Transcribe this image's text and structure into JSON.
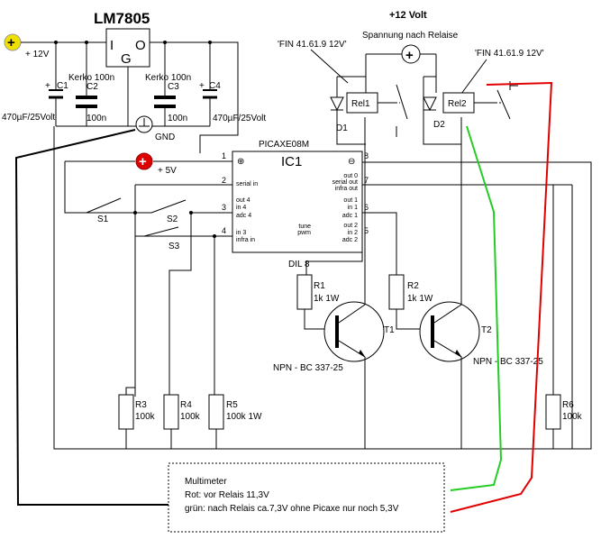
{
  "regulator": {
    "name": "LM7805",
    "pin_i": "I",
    "pin_o": "O",
    "pin_g": "G"
  },
  "supply": {
    "plus12_symbol": "+",
    "plus12_label": "+ 12V",
    "plus5_label": "+ 5V",
    "gnd_label": "GND",
    "plus12_title": "+12 Volt",
    "relay_supply_label": "Spannung nach Relaise",
    "relay_supply_symbol": "+"
  },
  "capacitors": {
    "c1_name": "C1",
    "c1_value": "470µF/25Volt",
    "c2_type": "Kerko 100n",
    "c2_name": "C2",
    "c2_value": "100n",
    "c3_type": "Kerko 100n",
    "c3_name": "C3",
    "c3_value": "100n",
    "c4_name": "C4",
    "c4_value": "470µF/25Volt"
  },
  "relays": {
    "rel1_type": "'FIN 41.61.9 12V'",
    "rel1_name": "Rel1",
    "rel2_type": "'FIN 41.61.9 12V'",
    "rel2_name": "Rel2",
    "d1_name": "D1",
    "d2_name": "D2"
  },
  "ic": {
    "type": "PICAXE08M",
    "name": "IC1",
    "package": "DIL 8",
    "plus_symbol": "⊕",
    "minus_symbol": "⊖",
    "pin_numbers": [
      "1",
      "2",
      "3",
      "4",
      "5",
      "6",
      "7",
      "8"
    ],
    "left_labels": [
      "serial in",
      "out 4",
      "in 4",
      "adc 4",
      "in 3",
      "infra in"
    ],
    "right_labels": [
      "out 0",
      "serial out",
      "infra out",
      "out 1",
      "in 1",
      "adc 1",
      "tune",
      "pwm",
      "out 2",
      "in 2",
      "adc 2"
    ]
  },
  "switches": {
    "s1": "S1",
    "s2": "S2",
    "s3": "S3"
  },
  "resistors": {
    "r1_name": "R1",
    "r1_value": "1k 1W",
    "r2_name": "R2",
    "r2_value": "1k 1W",
    "r3_name": "R3",
    "r3_value": "100k",
    "r4_name": "R4",
    "r4_value": "100k",
    "r5_name": "R5",
    "r5_value": "100k 1W",
    "r6_name": "R6",
    "r6_value": "100k"
  },
  "transistors": {
    "t1_name": "T1",
    "t1_type": "NPN - BC 337-25",
    "t2_name": "T2",
    "t2_type": "NPN - BC 337-25"
  },
  "multimeter": {
    "title": "Multimeter",
    "line_red": "Rot: vor Relais 11,3V",
    "line_green": "grün: nach Relais ca.7,3V ohne Picaxe nur noch 5,3V"
  },
  "colors": {
    "plus12_fill": "#f0e000",
    "plus5_fill": "#dd0000",
    "probe_red": "#e00000",
    "probe_green": "#22cc22"
  }
}
